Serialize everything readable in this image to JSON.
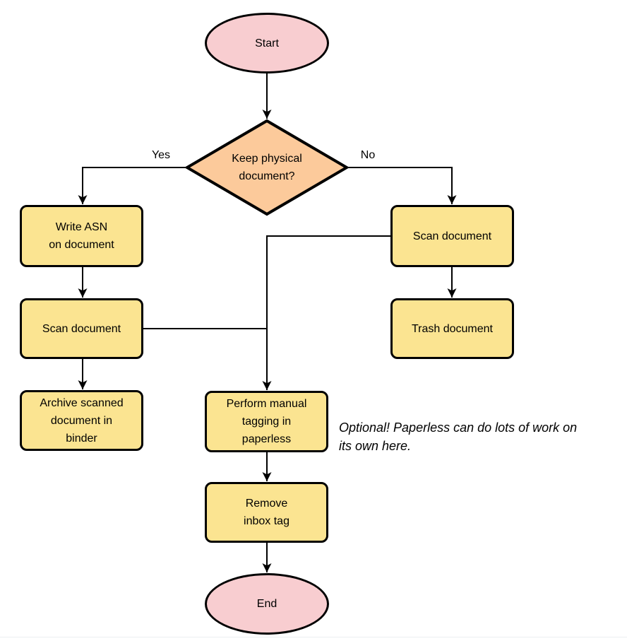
{
  "colors": {
    "pink": "#F8CDD0",
    "orange": "#FCCA9B",
    "yellow": "#FBE491",
    "stroke": "#000000",
    "canvas": "#FFFFFF"
  },
  "nodes": {
    "start": {
      "type": "terminator",
      "label": "Start"
    },
    "decision": {
      "type": "decision",
      "lines": [
        "Keep physical",
        "document?"
      ]
    },
    "write_asn": {
      "type": "process",
      "lines": [
        "Write ASN",
        "on document"
      ]
    },
    "scan_left": {
      "type": "process",
      "label": "Scan document"
    },
    "archive": {
      "type": "process",
      "lines": [
        "Archive scanned",
        "document in",
        "binder"
      ]
    },
    "scan_right": {
      "type": "process",
      "label": "Scan document"
    },
    "trash": {
      "type": "process",
      "label": "Trash document"
    },
    "tagging": {
      "type": "process",
      "lines": [
        "Perform manual",
        "tagging in",
        "paperless"
      ]
    },
    "remove_inbox": {
      "type": "process",
      "lines": [
        "Remove",
        "inbox tag"
      ]
    },
    "end": {
      "type": "terminator",
      "label": "End"
    }
  },
  "edge_labels": {
    "yes": "Yes",
    "no": "No"
  },
  "edges": [
    {
      "from": "start",
      "to": "decision"
    },
    {
      "from": "decision",
      "to": "write_asn",
      "label": "Yes"
    },
    {
      "from": "decision",
      "to": "scan_right",
      "label": "No"
    },
    {
      "from": "write_asn",
      "to": "scan_left"
    },
    {
      "from": "scan_left",
      "to": "archive"
    },
    {
      "from": "scan_left",
      "to": "tagging"
    },
    {
      "from": "scan_right",
      "to": "trash"
    },
    {
      "from": "scan_right",
      "to": "tagging"
    },
    {
      "from": "tagging",
      "to": "remove_inbox"
    },
    {
      "from": "remove_inbox",
      "to": "end"
    }
  ],
  "annotation": {
    "lines": [
      "Optional! Paperless can do lots of work on",
      "its own here."
    ]
  }
}
